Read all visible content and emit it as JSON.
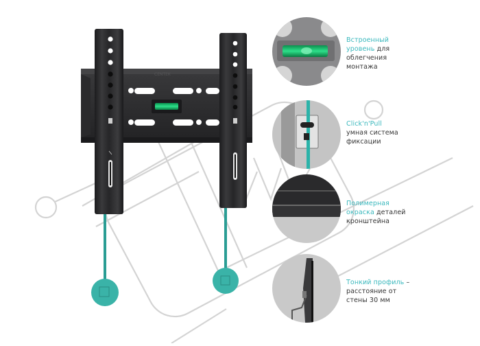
{
  "colors": {
    "accent": "#3ab8bd",
    "teal_strap": "#2a9d94",
    "teal_tag": "#3ab3a8",
    "bracket_dark": "#2b2b2d",
    "level_green": "#1fd17e",
    "inset_bg": "#c9c9c9",
    "watermark": "#c8c8c8"
  },
  "product": {
    "name": "TV wall bracket",
    "brand_emboss": "CENTEK"
  },
  "features": [
    {
      "icon": "spirit-level-inset",
      "highlight": "Встроенный уровень",
      "rest": " для облегчения монтажа",
      "lines": [
        [
          "Встроенный",
          ""
        ],
        [
          "уровень",
          " для"
        ],
        [
          "",
          "облегчения"
        ],
        [
          "",
          "монтажа"
        ]
      ]
    },
    {
      "icon": "click-n-pull-inset",
      "highlight": "Click'n'Pull",
      "rest": " умная система фиксации",
      "lines": [
        [
          "Click'n'Pull",
          ""
        ],
        [
          "",
          "умная система"
        ],
        [
          "",
          "фиксации"
        ]
      ]
    },
    {
      "icon": "polymer-coating-inset",
      "highlight": "Полимерная окраска",
      "rest": " деталей кронштейна",
      "lines": [
        [
          "Полимерная",
          ""
        ],
        [
          "окраска",
          " деталей"
        ],
        [
          "",
          "кронштейна"
        ]
      ]
    },
    {
      "icon": "thin-profile-inset",
      "highlight": "Тонкий профиль",
      "rest": " – расстояние от стены 30 мм",
      "lines": [
        [
          "Тонкий профиль",
          " –"
        ],
        [
          "",
          "расстояние от"
        ],
        [
          "",
          "стены 30 мм"
        ]
      ]
    }
  ]
}
